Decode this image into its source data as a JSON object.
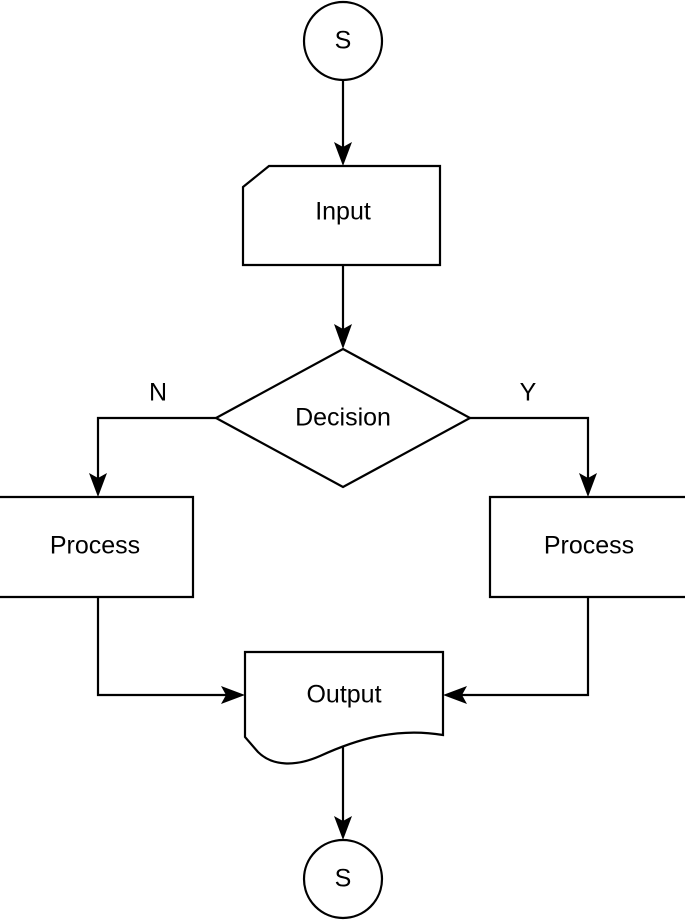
{
  "diagram": {
    "type": "flowchart",
    "title": "",
    "background_color": "#ffffff",
    "stroke_color": "#000000",
    "fill_color": "#ffffff",
    "nodes": [
      {
        "id": "start",
        "shape": "circle",
        "label": "S"
      },
      {
        "id": "input",
        "shape": "manual-input",
        "label": "Input"
      },
      {
        "id": "decision",
        "shape": "diamond",
        "label": "Decision"
      },
      {
        "id": "process_no",
        "shape": "rectangle",
        "label": "Process"
      },
      {
        "id": "process_yes",
        "shape": "rectangle",
        "label": "Process"
      },
      {
        "id": "output",
        "shape": "document",
        "label": "Output"
      },
      {
        "id": "end",
        "shape": "circle",
        "label": "S"
      }
    ],
    "edges": [
      {
        "from": "start",
        "to": "input",
        "label": ""
      },
      {
        "from": "input",
        "to": "decision",
        "label": ""
      },
      {
        "from": "decision",
        "to": "process_no",
        "label": "N"
      },
      {
        "from": "decision",
        "to": "process_yes",
        "label": "Y"
      },
      {
        "from": "process_no",
        "to": "output",
        "label": ""
      },
      {
        "from": "process_yes",
        "to": "output",
        "label": ""
      },
      {
        "from": "output",
        "to": "end",
        "label": ""
      }
    ],
    "labels": {
      "start": "S",
      "input": "Input",
      "decision": "Decision",
      "process_no": "Process",
      "process_yes": "Process",
      "output": "Output",
      "end": "S",
      "branch_no": "N",
      "branch_yes": "Y"
    }
  }
}
